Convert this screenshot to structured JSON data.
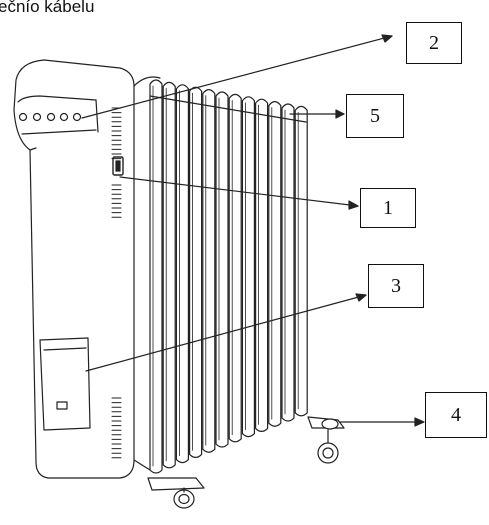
{
  "caption": "ečnío kábelu",
  "callouts": {
    "c1": "1",
    "c2": "2",
    "c3": "3",
    "c4": "4",
    "c5": "5"
  }
}
